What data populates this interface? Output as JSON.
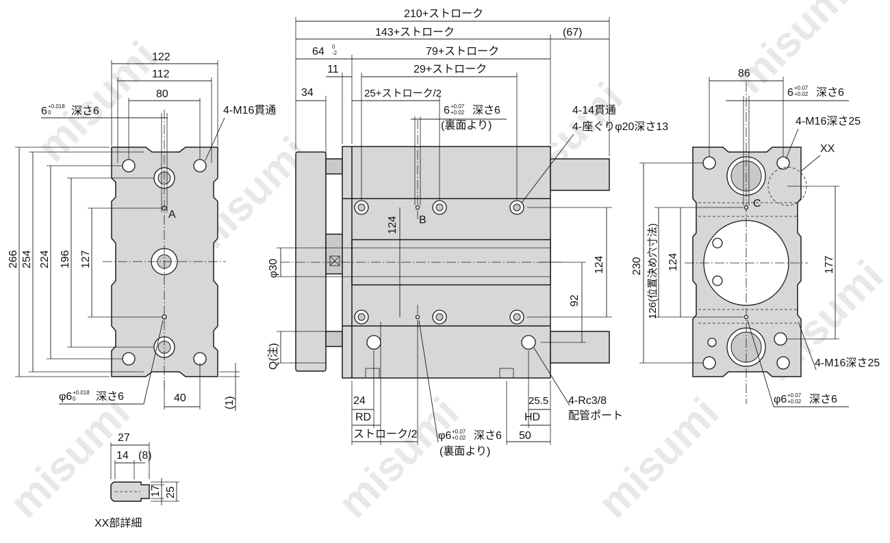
{
  "watermark": "misumi",
  "detail_caption": "XX部詳細",
  "labels": {
    "d210": "210+ストローク",
    "d143": "143+ストローク",
    "d67": "(67)",
    "d64": "64",
    "d64_tol_up": "0",
    "d64_tol_dn": "-2",
    "d79": "79+ストローク",
    "d11": "11",
    "d29": "29+ストローク",
    "d34": "34",
    "d25s": "25+ストローク/2",
    "hole6_prefix": "6",
    "hole6_tol_up": "+0.07",
    "hole6_tol_dn": "+0.02",
    "hole6_suffix": "深さ6",
    "ura": "(裏面より)",
    "thru14": "4-14貫通",
    "zaguri": "4-座ぐりφ20深さ13",
    "d124_mid": "124",
    "phi30": "φ30",
    "d124_mid_r": "124",
    "d92": "92",
    "q": "Q(注)",
    "b": "B",
    "d24": "24",
    "rd": "RD",
    "stroke2": "ストローク/2",
    "phi6_mid": "φ6",
    "phi6_mid_tol_up": "+0.07",
    "phi6_mid_tol_dn": "+0.02",
    "phi6_mid_suffix": "深さ6",
    "ura2": "(裏面より)",
    "d25_5": "25.5",
    "hd": "HD",
    "d50": "50",
    "rc": "4-Rc3/8",
    "port": "配管ポート",
    "l122": "122",
    "l112": "112",
    "l80": "80",
    "l6": "6",
    "l6_tol_up": "+0.018",
    "l6_tol_dn": "0",
    "l6_suffix": "深さ6",
    "m16": "4-M16貫通",
    "a": "A",
    "l266": "266",
    "l254": "254",
    "l224": "224",
    "l196": "196",
    "l127": "127",
    "lphi6": "φ6",
    "lphi6_tol_up": "+0.018",
    "lphi6_tol_dn": "0",
    "lphi6_suffix": "深さ6",
    "l40": "40",
    "l1": "(1)",
    "r86": "86",
    "r6": "6",
    "r6_tol_up": "+0.07",
    "r6_tol_dn": "+0.02",
    "r6_suffix": "深さ6",
    "rm16_25": "4-M16深さ25",
    "xx": "XX",
    "c": "C",
    "r230": "230",
    "r126": "126(位置決め穴寸法)",
    "r124": "124",
    "r177": "177",
    "rm16_25b": "4-M16深さ25",
    "rphi6": "φ6",
    "rphi6_tol_up": "+0.07",
    "rphi6_tol_dn": "+0.02",
    "rphi6_suffix": "深さ6",
    "x27": "27",
    "x14": "14",
    "x8": "(8)",
    "x17": "17",
    "x25": "25"
  }
}
